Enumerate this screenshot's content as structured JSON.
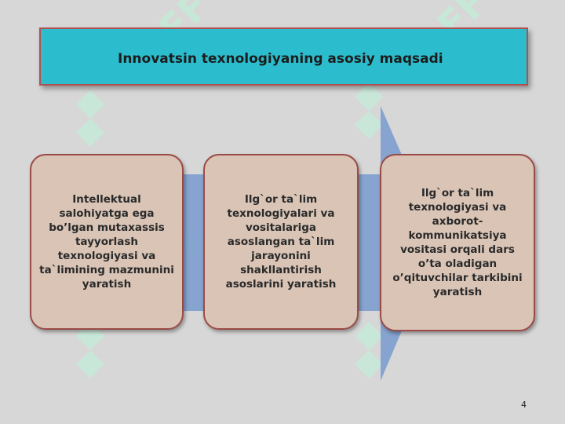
{
  "title": "Innovatsin texnologiyaning asosiy maqsadi",
  "boxes": [
    {
      "text": "Intellektual salohiyatga ega bo’lgan mutaxassis tayyorlash texnologiyasi va ta`limining mazmunini yaratish"
    },
    {
      "text": "Ilg`or ta`lim texnologiyalari va vositalariga asoslangan ta`lim jarayonini shakllantirish asoslarini yaratish"
    },
    {
      "text": "Ilg`or ta`lim texnologiyasi va axborot-kommunikatsiya vositasi orqali dars o’ta oladigan o’qituvchilar tarkibini yaratish"
    }
  ],
  "watermark": "SOFF",
  "page_number": "4",
  "colors": {
    "background": "#d7d7d7",
    "title_fill": "#2bbdce",
    "title_border": "#b34f4f",
    "arrow": "#7f9fce",
    "box_fill": "#d9c4b6",
    "box_border": "#9b4b47",
    "watermark": "#c4ecd8"
  }
}
